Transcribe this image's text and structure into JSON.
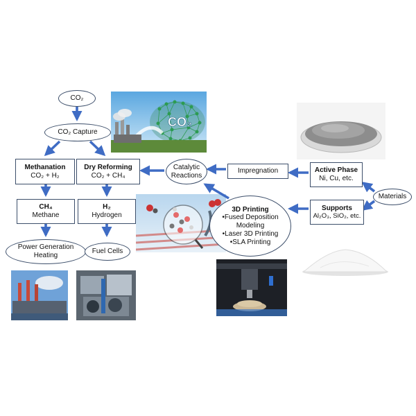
{
  "nodes": {
    "co2": "CO₂",
    "co2_capture": "CO₂ Capture",
    "methanation": {
      "title": "Methanation",
      "formula": "CO₂ + H₂"
    },
    "dry_reforming": {
      "title": "Dry Reforming",
      "formula": "CO₂ + CH₄"
    },
    "catalytic_reactions": "Catalytic Reactions",
    "impregnation": "Impregnation",
    "active_phase": {
      "title": "Active Phase",
      "detail": "Ni, Cu, etc."
    },
    "materials": "Materials",
    "supports": {
      "title": "Supports",
      "detail": "Al₂O₃, SiO₂, etc."
    },
    "ch4": {
      "title": "CH₄",
      "detail": "Methane"
    },
    "h2": {
      "title": "H₂",
      "detail": "Hydrogen"
    },
    "printing_3d": {
      "title": "3D Printing",
      "items": [
        "•Fused Deposition",
        "Modeling",
        "•Laser 3D Printing",
        "•SLA Printing"
      ]
    },
    "power_generation": {
      "line1": "Power Generation",
      "line2": "Heating"
    },
    "fuel_cells": "Fuel Cells"
  },
  "images": {
    "co2_banner_text": "CO₂"
  },
  "colors": {
    "arrow": "#3f6cc4",
    "node_border": "#3c4e6a"
  }
}
